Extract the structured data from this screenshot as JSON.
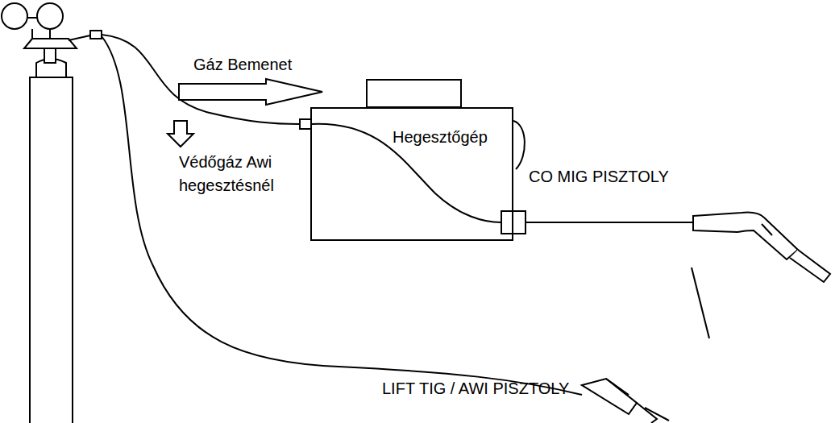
{
  "diagram": {
    "nodes": [
      {
        "text": [
          "Hegesztőgép"
        ]
      }
    ],
    "labels": [
      "Gáz Bemenet",
      "CO MIG PISZTOLY",
      "Védőgáz Awi hegesztésnél",
      "LIFT TIG / AWI PISZTOLY"
    ]
  }
}
